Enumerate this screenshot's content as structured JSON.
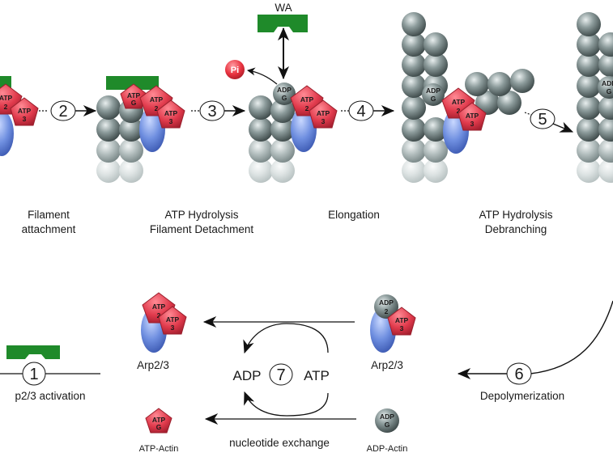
{
  "labels": {
    "wa": "WA",
    "pi": "Pi",
    "filament_attachment": [
      "Filament",
      "attachment"
    ],
    "hydrolysis_detachment": [
      "ATP Hydrolysis",
      "Filament Detachment"
    ],
    "elongation": "Elongation",
    "hydrolysis_debranching": [
      "ATP Hydrolysis",
      "Debranching"
    ],
    "activation": "p2/3 activation",
    "depolymerization": "Depolymerization",
    "arp23_left": "Arp2/3",
    "arp23_right": "Arp2/3",
    "adp_center": "ADP",
    "atp_center": "ATP",
    "nucleotide_exchange": "nucleotide exchange",
    "atp_actin": "ATP-Actin",
    "adp_actin": "ADP-Actin"
  },
  "molecule_text": {
    "atp": "ATP",
    "adp": "ADP",
    "g": "G",
    "two": "2",
    "three": "3"
  },
  "steps": [
    "1",
    "2",
    "3",
    "4",
    "5",
    "6",
    "7"
  ],
  "colors": {
    "actin_gray": "#7e8d8d",
    "actin_dark": "#4a5656",
    "arp_red": "#e03a4c",
    "arp_blue": "#6f8fe0",
    "wa_green": "#1f8a2a",
    "pi_red": "#e8323f"
  }
}
